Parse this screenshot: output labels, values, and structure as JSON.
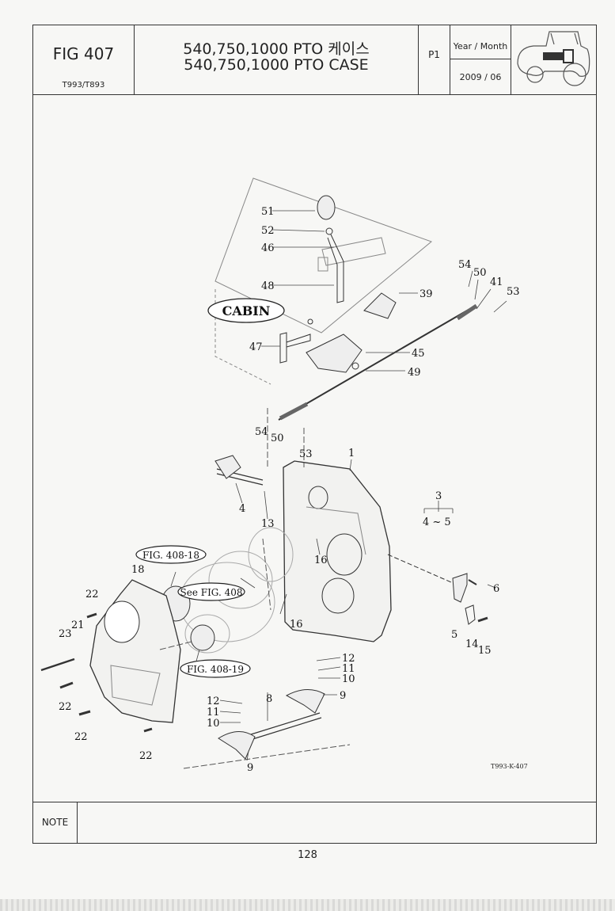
{
  "header": {
    "fig_label": "FIG 407",
    "model": "T993/T893",
    "title_ko": "540,750,1000 PTO 케이스",
    "title_en": "540,750,1000 PTO CASE",
    "page": "P1",
    "date_label": "Year / Month",
    "date_value": "2009 / 06",
    "thumbnail_icon": "tractor-icon"
  },
  "drawing": {
    "drawing_code": "T993-K-407",
    "cabin_label": "CABIN",
    "refs": {
      "r1": "FIG. 408-18",
      "r2": "See FIG. 408",
      "r3": "FIG. 408-19"
    },
    "part_numbers": {
      "p51": "51",
      "p52": "52",
      "p46": "46",
      "p48": "48",
      "p39": "39",
      "p47": "47",
      "p45": "45",
      "p49": "49",
      "p54a": "54",
      "p50a": "50",
      "p41": "41",
      "p53a": "53",
      "p54b": "54",
      "p50b": "50",
      "p53b": "53",
      "p1": "1",
      "p4": "4",
      "p13": "13",
      "p3": "3",
      "p45range": "4 ~ 5",
      "p16a": "16",
      "p16b": "16",
      "p18": "18",
      "p6": "6",
      "p22a": "22",
      "p21": "21",
      "p23": "23",
      "p5": "5",
      "p14": "14",
      "p15": "15",
      "p22b": "22",
      "p22c": "22",
      "p22d": "22",
      "p12a": "12",
      "p11a": "11",
      "p10a": "10",
      "p8": "8",
      "p9a": "9",
      "p12b": "12",
      "p11b": "11",
      "p10b": "10",
      "p9b": "9"
    }
  },
  "note": {
    "label": "NOTE",
    "text": ""
  },
  "footer": {
    "page_number": "128"
  }
}
